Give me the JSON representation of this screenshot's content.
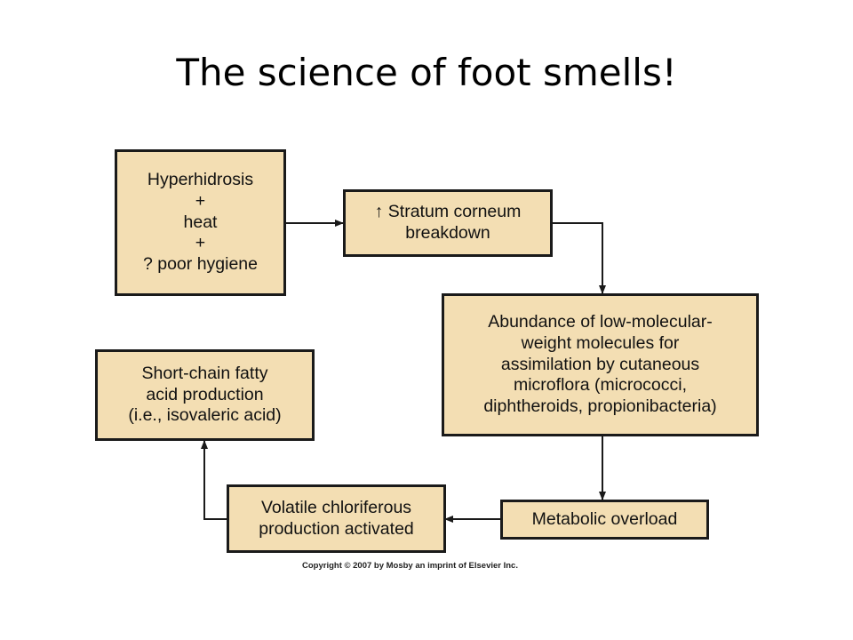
{
  "title": "The science of foot smells!",
  "colors": {
    "box_fill": "#f3deb3",
    "box_border": "#1a1a1a",
    "arrow": "#1a1a1a"
  },
  "boxes": {
    "hyperhidrosis": {
      "lines": [
        "Hyperhidrosis",
        "+",
        "heat",
        "+",
        "? poor hygiene"
      ]
    },
    "stratum": {
      "lines": [
        "↑ Stratum corneum",
        "breakdown"
      ]
    },
    "abundance": {
      "lines": [
        "Abundance of low-molecular-",
        "weight molecules for",
        "assimilation by cutaneous",
        "microflora (micrococci,",
        "diphtheroids, propionibacteria)"
      ]
    },
    "metabolic": {
      "lines": [
        "Metabolic overload"
      ]
    },
    "volatile": {
      "lines": [
        "Volatile chloriferous",
        "production activated"
      ]
    },
    "shortchain": {
      "lines": [
        "Short-chain fatty",
        "acid production",
        "(i.e., isovaleric acid)"
      ]
    }
  },
  "copyright": "Copyright © 2007 by Mosby an imprint of Elsevier Inc."
}
